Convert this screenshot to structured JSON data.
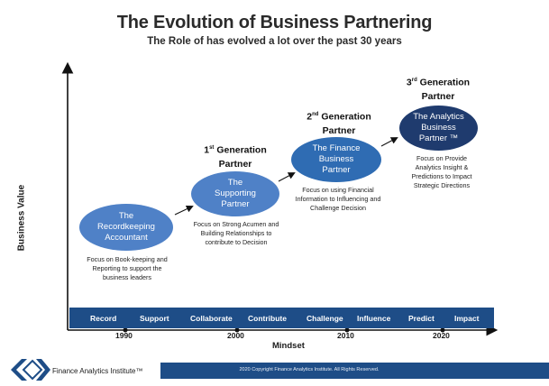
{
  "header": {
    "title": "The Evolution of Business Partnering",
    "subtitle": "The Role of has evolved a lot over the past 30 years"
  },
  "axes": {
    "y_label": "Business Value",
    "x_label": "Mindset"
  },
  "stages": [
    {
      "generation_number": "",
      "generation_suffix": "",
      "generation_line1": "",
      "generation_line2": "",
      "name_lines": [
        "The",
        "Recordkeeping",
        "Accountant"
      ],
      "description_lines": [
        "Focus on Book-keeping and",
        "Reporting to support the",
        "business leaders"
      ],
      "color": "#4f81c7"
    },
    {
      "generation_number": "1",
      "generation_suffix": "st",
      "generation_line1": " Generation",
      "generation_line2": "Partner",
      "name_lines": [
        "The",
        "Supporting",
        "Partner"
      ],
      "description_lines": [
        "Focus on Strong Acumen and",
        "Building Relationships to",
        "contribute to Decision"
      ],
      "color": "#4f81c7"
    },
    {
      "generation_number": "2",
      "generation_suffix": "nd",
      "generation_line1": " Generation",
      "generation_line2": "Partner",
      "name_lines": [
        "The Finance",
        "Business",
        "Partner"
      ],
      "description_lines": [
        "Focus on using Financial",
        "Information to Influencing and",
        "Challenge Decision"
      ],
      "color": "#2f6cb3"
    },
    {
      "generation_number": "3",
      "generation_suffix": "rd",
      "generation_line1": " Generation",
      "generation_line2": "Partner",
      "name_lines": [
        "The Analytics",
        "Business",
        "Partner ™"
      ],
      "description_lines": [
        "Focus on Provide",
        "Analytics Insight &",
        "Predictions to Impact",
        "Strategic Directions"
      ],
      "color": "#1f3b6e"
    }
  ],
  "mindset_band": [
    "Record",
    "Support",
    "Collaborate",
    "Contribute",
    "Challenge",
    "Influence",
    "Predict",
    "Impact"
  ],
  "years": [
    "1990",
    "2000",
    "2010",
    "2020"
  ],
  "footer": {
    "brand": "Finance Analytics Institute™",
    "copyright": "2020 Copyright Finance Analytics Institute. All Rights Reserved."
  },
  "colors": {
    "band": "#1e4d87",
    "logo_light": "#5b8fd1",
    "logo_dark": "#1e4d87"
  }
}
